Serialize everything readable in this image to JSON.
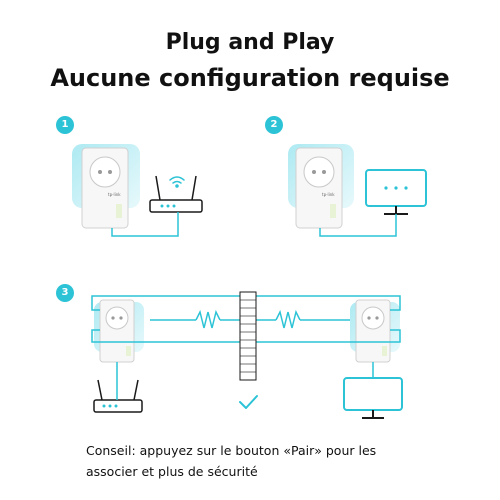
{
  "header": {
    "title_line1": "Plug and Play",
    "title_line2": "Aucune configuration requise"
  },
  "steps": [
    {
      "number": "1"
    },
    {
      "number": "2"
    },
    {
      "number": "3"
    }
  ],
  "brand_mark": "tp-link",
  "tip": {
    "line1": "Conseil: appuyez sur le bouton «Pair» pour les",
    "line2": "associer et plus de sécurité"
  },
  "colors": {
    "accent": "#2cc3d6",
    "glow": "#c9f1f7",
    "device": "#f3f3f3",
    "outline": "#1a1a1a"
  },
  "icons": [
    "powerline-adapter-icon",
    "router-icon",
    "wifi-icon",
    "monitor-icon",
    "wall-icon",
    "checkmark-icon",
    "powerline-signal-icon"
  ]
}
